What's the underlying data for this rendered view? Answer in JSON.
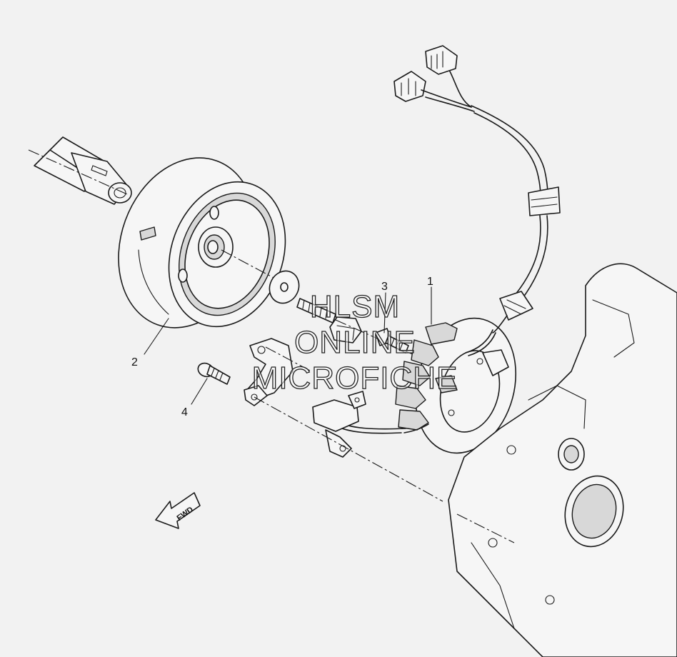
{
  "callouts": [
    {
      "id": "1",
      "label": "1"
    },
    {
      "id": "2",
      "label": "2"
    },
    {
      "id": "3",
      "label": "3"
    },
    {
      "id": "4",
      "label": "4"
    }
  ],
  "watermark": {
    "line1": "HLSM",
    "line2": "ONLINE",
    "line3": "MICROFICHE"
  },
  "direction_arrow": {
    "label": "FWD"
  }
}
